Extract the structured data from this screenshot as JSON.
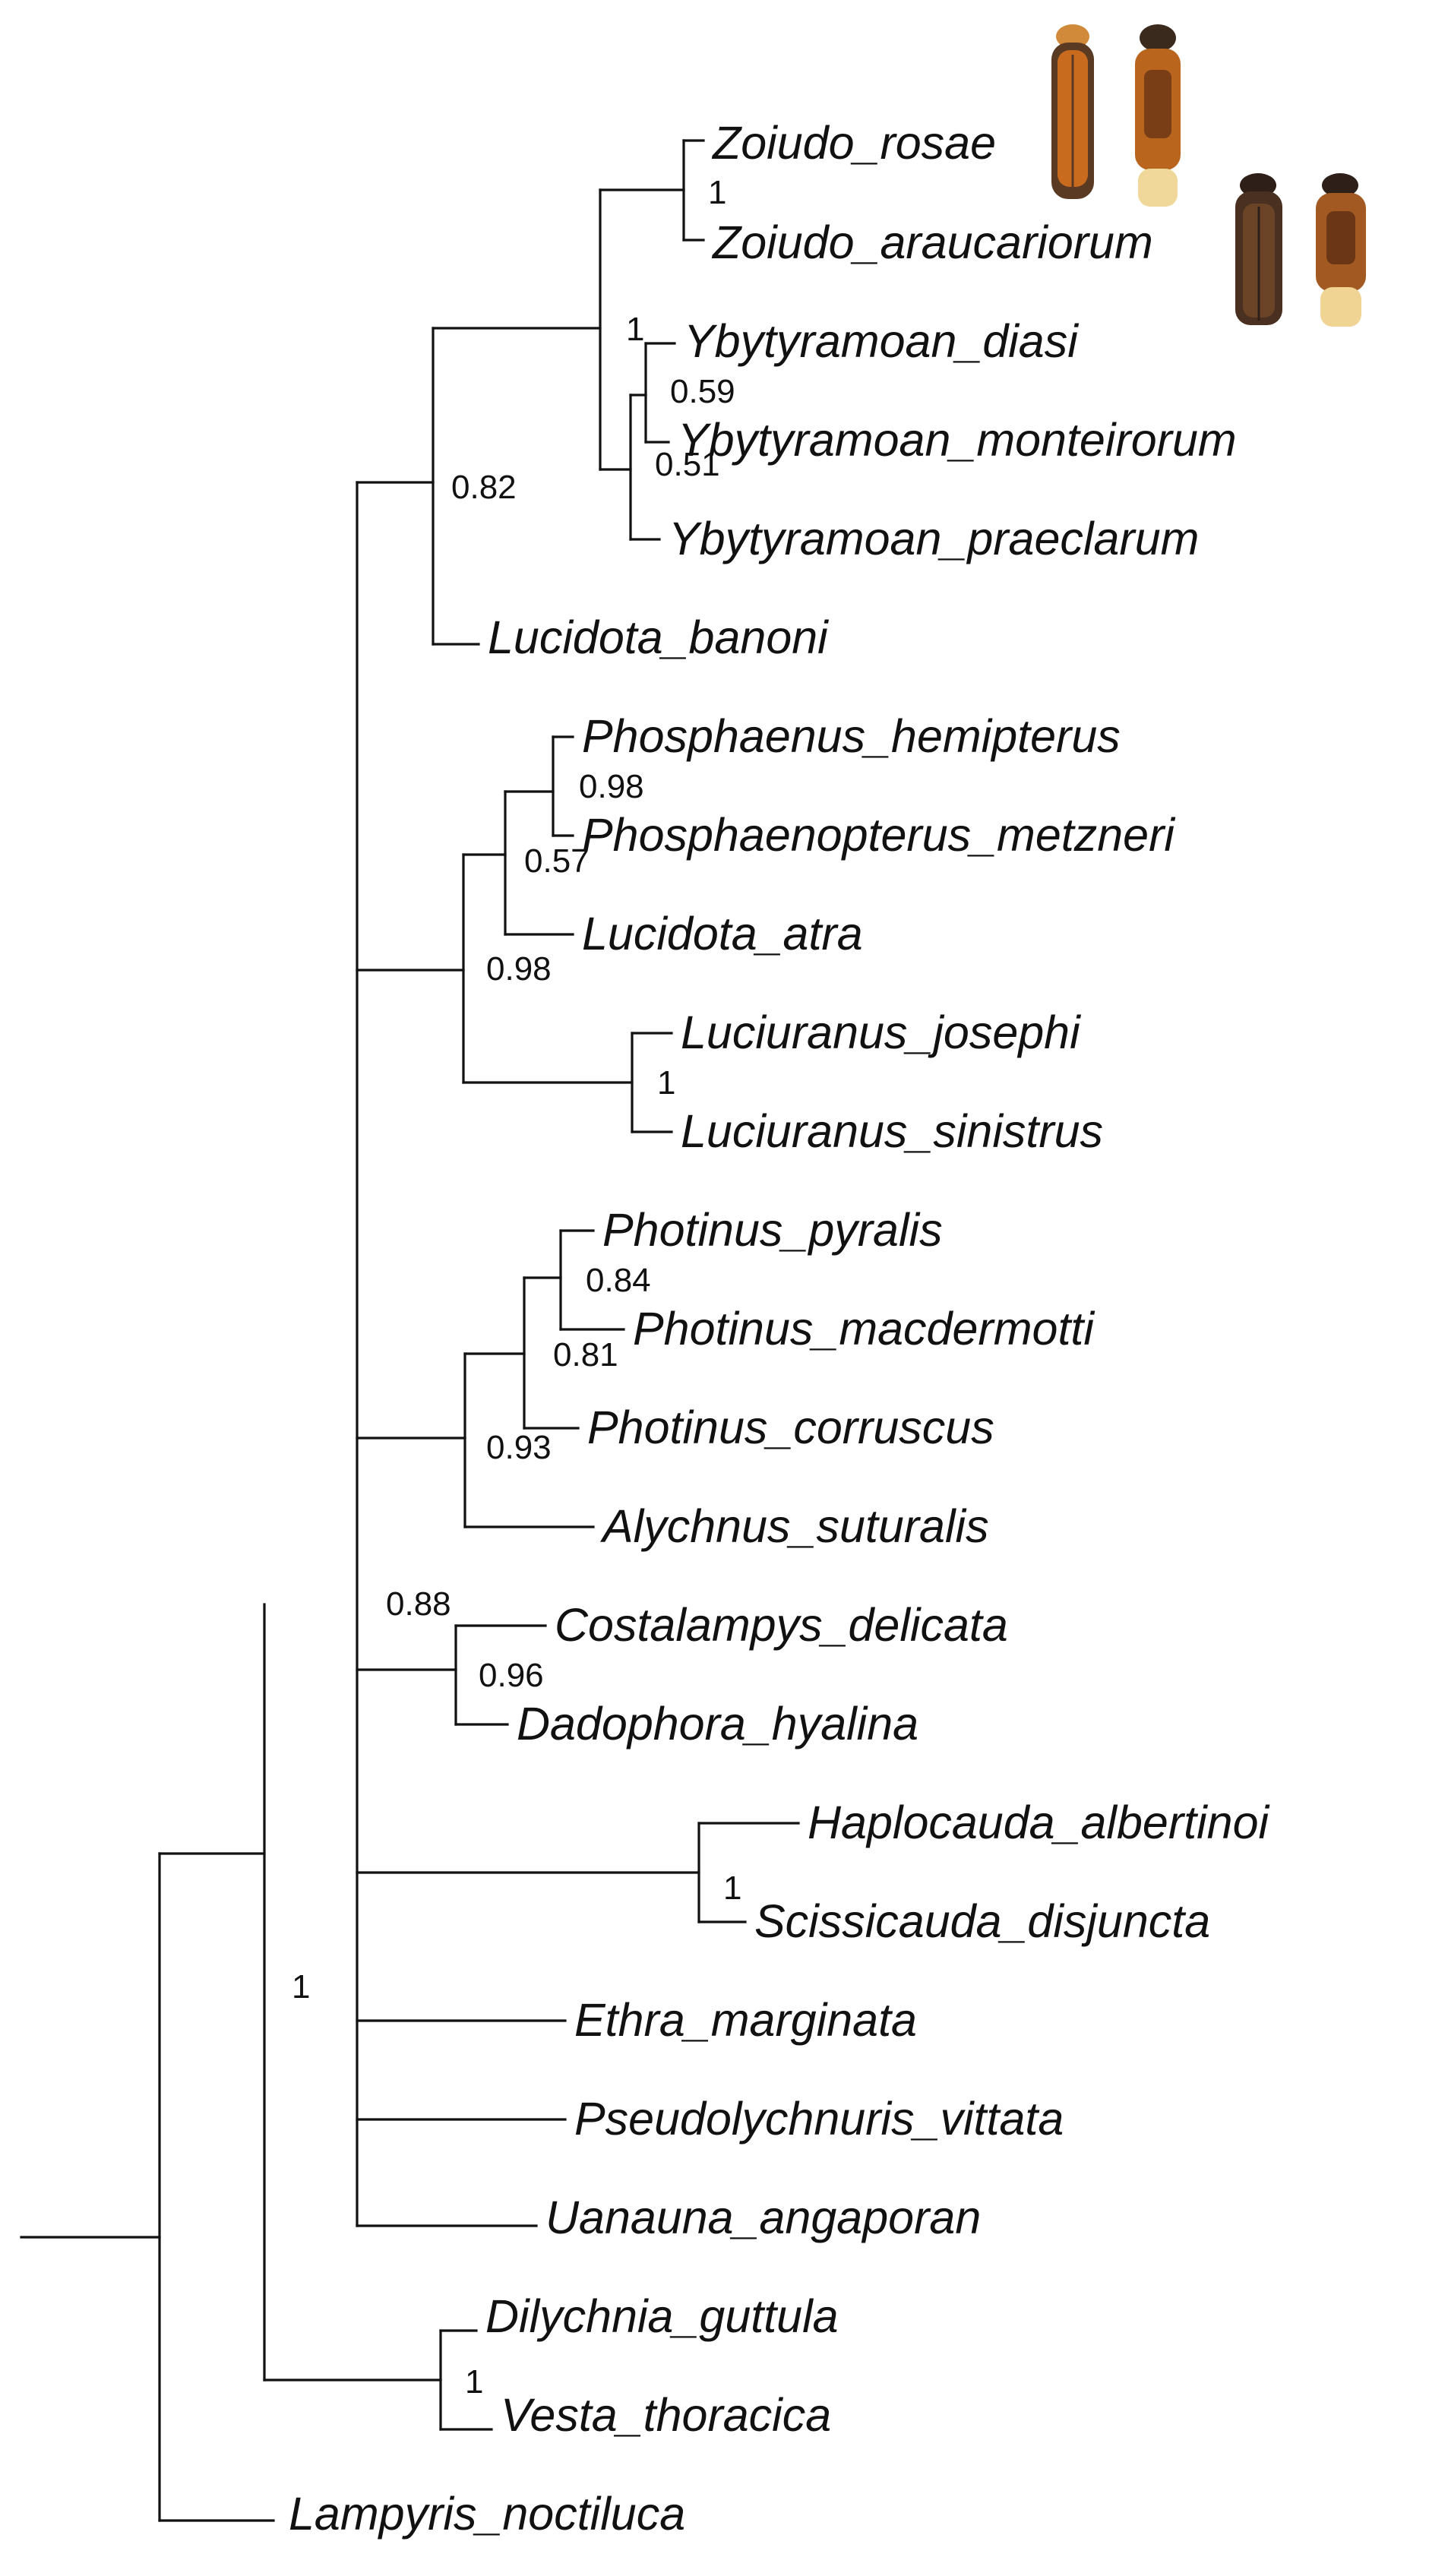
{
  "tree": {
    "taxa": [
      "Zoiudo_rosae",
      "Zoiudo_araucariorum",
      "Ybytyramoan_diasi",
      "Ybytyramoan_monteirorum",
      "Ybytyramoan_praeclarum",
      "Lucidota_banoni",
      "Phosphaenus_hemipterus",
      "Phosphaenopterus_metzneri",
      "Lucidota_atra",
      "Luciuranus_josephi",
      "Luciuranus_sinistrus",
      "Photinus_pyralis",
      "Photinus_macdermotti",
      "Photinus_corruscus",
      "Alychnus_suturalis",
      "Costalampys_delicata",
      "Dadophora_hyalina",
      "Haplocauda_albertinoi",
      "Scissicauda_disjuncta",
      "Ethra_marginata",
      "Pseudolychnuris_vittata",
      "Uanauna_angaporan",
      "Dilychnia_guttula",
      "Vesta_thoracica",
      "Lampyris_noctiluca"
    ],
    "supports": [
      "1",
      "1",
      "0.59",
      "0.51",
      "0.82",
      "0.98",
      "0.57",
      "0.98",
      "1",
      "0.84",
      "0.81",
      "0.93",
      "0.88",
      "0.96",
      "1",
      "1",
      "1"
    ]
  },
  "colors": {
    "branch": "#111111",
    "beetle_dark": "#5a3a22",
    "beetle_orange": "#c86b1e"
  },
  "images": [
    "beetle-specimen-zoiudo-rosae",
    "beetle-specimen-zoiudo-araucariorum"
  ]
}
